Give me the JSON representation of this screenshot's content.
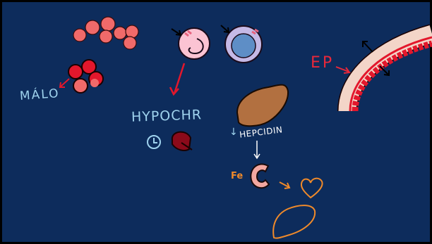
{
  "labels": {
    "malo": "MÁLO",
    "hypochr": "HYPOCHR",
    "ep": "EP",
    "hepcidin": "HEPCIDIN",
    "fe": "Fe",
    "down_arrow": "↓"
  },
  "colors": {
    "board": "#0d2c5c",
    "border": "#000000",
    "text_blue": "#9fd3ee",
    "text_red": "#e8283a",
    "text_orange": "#f08a2a",
    "rbc_light": "#f06a6a",
    "rbc_dark": "#e3172c",
    "liver": "#b27040",
    "pink_cell": "#fbc3d3",
    "lilac_cell": "#c5b9e6",
    "nucleus": "#5e8ec6"
  }
}
